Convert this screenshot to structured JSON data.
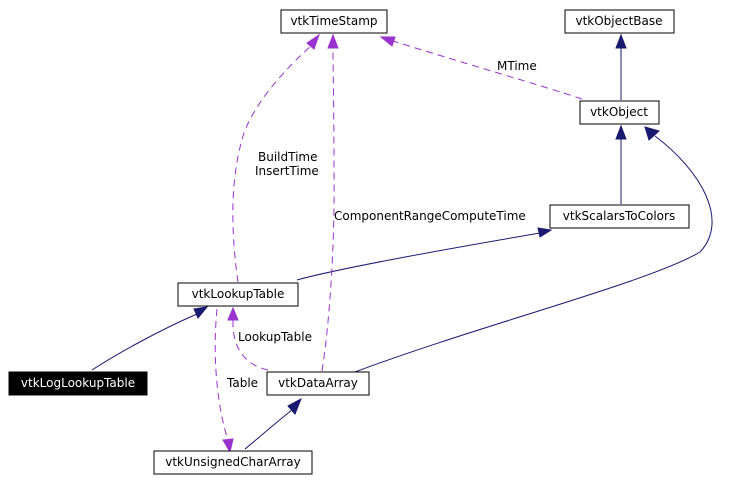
{
  "nodes": {
    "vtkTimeStamp": "vtkTimeStamp",
    "vtkObjectBase": "vtkObjectBase",
    "vtkObject": "vtkObject",
    "vtkScalarsToColors": "vtkScalarsToColors",
    "vtkLookupTable": "vtkLookupTable",
    "vtkLogLookupTable": "vtkLogLookupTable",
    "vtkDataArray": "vtkDataArray",
    "vtkUnsignedCharArray": "vtkUnsignedCharArray"
  },
  "edge_labels": {
    "mtime": "MTime",
    "build_time": "BuildTime",
    "insert_time": "InsertTime",
    "component_range": "ComponentRangeComputeTime",
    "lookup_table": "LookupTable",
    "table": "Table"
  },
  "colors": {
    "inheritance": "#191970",
    "usage": "#9a32cd",
    "highlight_fill": "#000000",
    "highlight_text": "#ffffff"
  }
}
